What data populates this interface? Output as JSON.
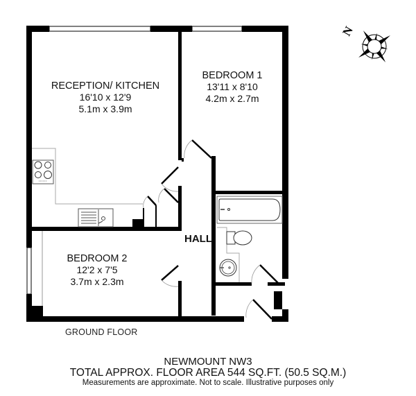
{
  "property": {
    "name": "NEWMOUNT NW3",
    "total_area": "TOTAL APPROX. FLOOR AREA 544 SQ.FT. (50.5 SQ.M.)",
    "disclaimer": "Measurements are approximate.  Not to scale.  Illustrative purposes only",
    "floor_label": "GROUND FLOOR"
  },
  "rooms": {
    "reception": {
      "name": "RECEPTION/ KITCHEN",
      "imperial": "16'10 x 12'9",
      "metric": "5.1m x 3.9m"
    },
    "bedroom1": {
      "name": "BEDROOM 1",
      "imperial": "13'11 x 8'10",
      "metric": "4.2m x 2.7m"
    },
    "bedroom2": {
      "name": "BEDROOM 2",
      "imperial": "12'2 x 7'5",
      "metric": "3.7m x 2.3m"
    },
    "hall": {
      "name": "HALL"
    }
  },
  "compass": {
    "north_label": "N",
    "icon": "compass-rose-icon"
  },
  "fixtures": [
    "hob-icon",
    "sink-icon",
    "bath-icon",
    "toilet-icon",
    "basin-icon"
  ],
  "colors": {
    "wall": "#000000",
    "background": "#ffffff",
    "fixture_line": "#999999"
  }
}
